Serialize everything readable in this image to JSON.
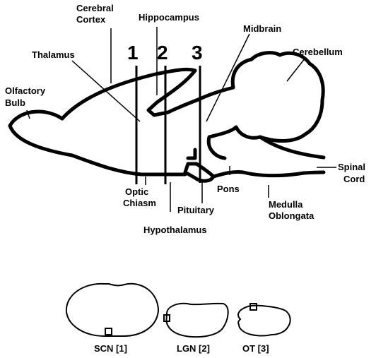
{
  "labels": {
    "cerebral_cortex": [
      "Cerebral",
      "Cortex"
    ],
    "hippocampus": "Hippocampus",
    "midbrain": "Midbrain",
    "thalamus": "Thalamus",
    "cerebellum": "Cerebellum",
    "olfactory_bulb": [
      "Olfactory",
      "Bulb"
    ],
    "spinal_cord": [
      "Spinal",
      "Cord"
    ],
    "optic_chiasm": [
      "Optic",
      "Chiasm"
    ],
    "pons": "Pons",
    "medulla_oblongata": [
      "Medulla",
      "Oblongata"
    ],
    "pituitary": "Pituitary",
    "hypothalamus": "Hypothalamus"
  },
  "section_numbers": [
    "1",
    "2",
    "3"
  ],
  "sections": [
    {
      "label": "SCN [1]"
    },
    {
      "label": "LGN [2]"
    },
    {
      "label": "OT [3]"
    }
  ]
}
